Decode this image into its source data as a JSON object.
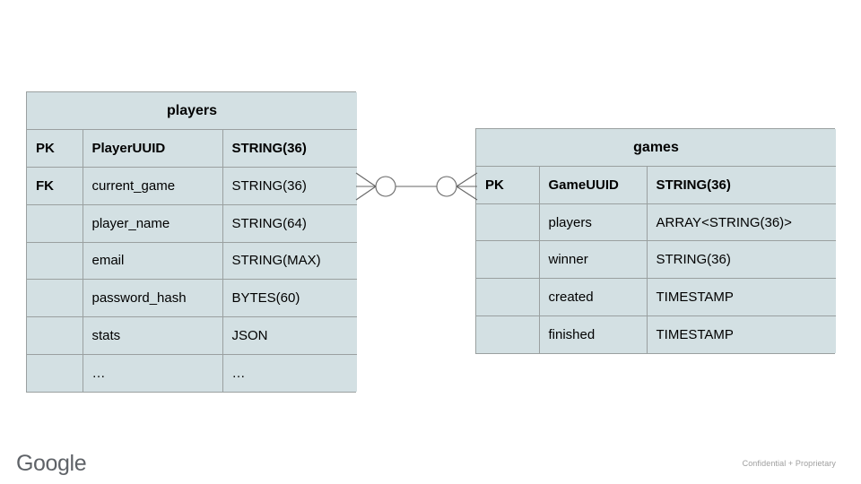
{
  "slide": {
    "background_color": "#ffffff",
    "entity_fill_color": "#d3e0e3",
    "entity_border_color": "#9aa0a0",
    "connector_color": "#666666"
  },
  "entities": [
    {
      "name": "players",
      "title": "players",
      "rows": [
        {
          "key": "PK",
          "field": "PlayerUUID",
          "type": "STRING(36)",
          "bold": true
        },
        {
          "key": "FK",
          "field": "current_game",
          "type": "STRING(36)",
          "bold": false
        },
        {
          "key": "",
          "field": "player_name",
          "type": "STRING(64)",
          "bold": false
        },
        {
          "key": "",
          "field": "email",
          "type": "STRING(MAX)",
          "bold": false
        },
        {
          "key": "",
          "field": "password_hash",
          "type": "BYTES(60)",
          "bold": false
        },
        {
          "key": "",
          "field": "stats",
          "type": "JSON",
          "bold": false
        },
        {
          "key": "",
          "field": "…",
          "type": "…",
          "bold": false
        }
      ]
    },
    {
      "name": "games",
      "title": "games",
      "rows": [
        {
          "key": "PK",
          "field": "GameUUID",
          "type": "STRING(36)",
          "bold": true
        },
        {
          "key": "",
          "field": "players",
          "type": "ARRAY<STRING(36)>",
          "bold": false
        },
        {
          "key": "",
          "field": "winner",
          "type": "STRING(36)",
          "bold": false
        },
        {
          "key": "",
          "field": "created",
          "type": "TIMESTAMP",
          "bold": false
        },
        {
          "key": "",
          "field": "finished",
          "type": "TIMESTAMP",
          "bold": false
        }
      ]
    }
  ],
  "relationship": {
    "from_entity": "players",
    "to_entity": "games",
    "from_cardinality": "zero-or-many",
    "to_cardinality": "zero-or-many",
    "notation": "crows-foot"
  },
  "footer": {
    "logo_text": "Google",
    "note": "Confidential + Proprietary"
  }
}
